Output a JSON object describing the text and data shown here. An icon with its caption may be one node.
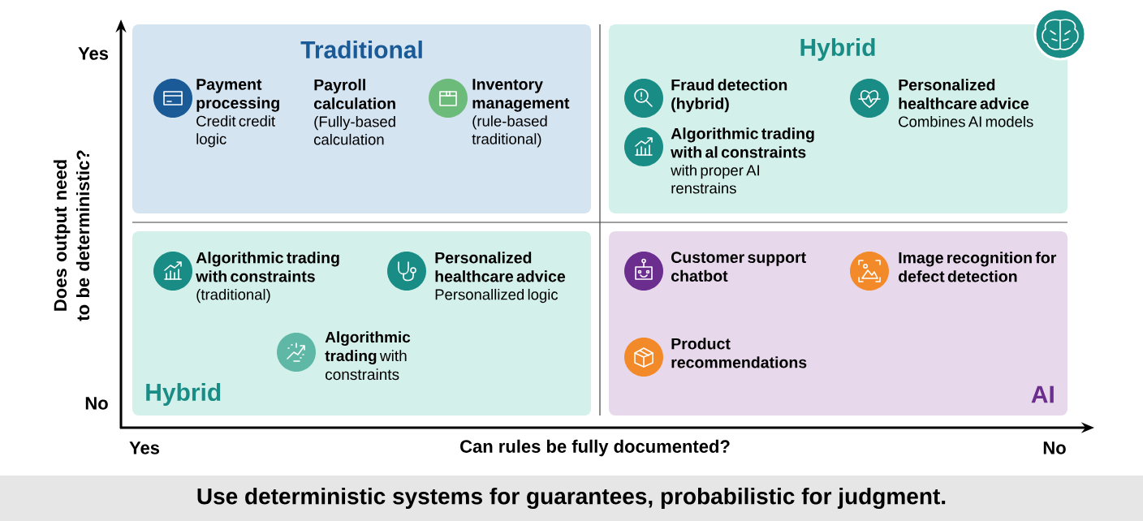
{
  "diagram": {
    "caption": "Use deterministic systems for guarantees, probabilistic for judgment.",
    "nodes": [
      {
        "text": [
          "Traditional"
        ]
      },
      {
        "text": [
          "Payment processing",
          "Credit credit logic"
        ],
        "in": 0
      },
      {
        "text": [
          "Payroll calculation",
          "(Fully-based calculation"
        ],
        "in": 0
      },
      {
        "text": [
          "Inventory management",
          "(rule-based traditional)"
        ],
        "in": 0
      },
      {
        "text": [
          "Hybrid"
        ]
      },
      {
        "text": [
          "Fraud detection (hybrid)"
        ],
        "in": 4
      },
      {
        "text": [
          "Personalized healthcare advice",
          "Combines AI models"
        ],
        "in": 4
      },
      {
        "text": [
          "Algorithmic trading with al constraints",
          "with proper AI renstrains"
        ],
        "in": 4
      },
      {
        "text": [
          "Hybrid"
        ]
      },
      {
        "text": [
          "Algorithmic trading with constraints",
          "(traditional)"
        ],
        "in": 8
      },
      {
        "text": [
          "Personalized healthcare advice",
          "Personallized logic"
        ],
        "in": 8
      },
      {
        "text": [
          "**Algorithmic trading** with constraints"
        ],
        "in": 8
      },
      {
        "text": [
          "AI"
        ]
      },
      {
        "text": [
          "Customer support chatbot"
        ],
        "in": 12
      },
      {
        "text": [
          "Image recognition for defect detection"
        ],
        "in": 12
      },
      {
        "text": [
          "Product recommendations"
        ],
        "in": 12
      }
    ],
    "labels": [
      "Yes",
      "Does output need to be deterministic?",
      "No",
      "Yes",
      "Can rules be fully documented?",
      "No"
    ]
  }
}
